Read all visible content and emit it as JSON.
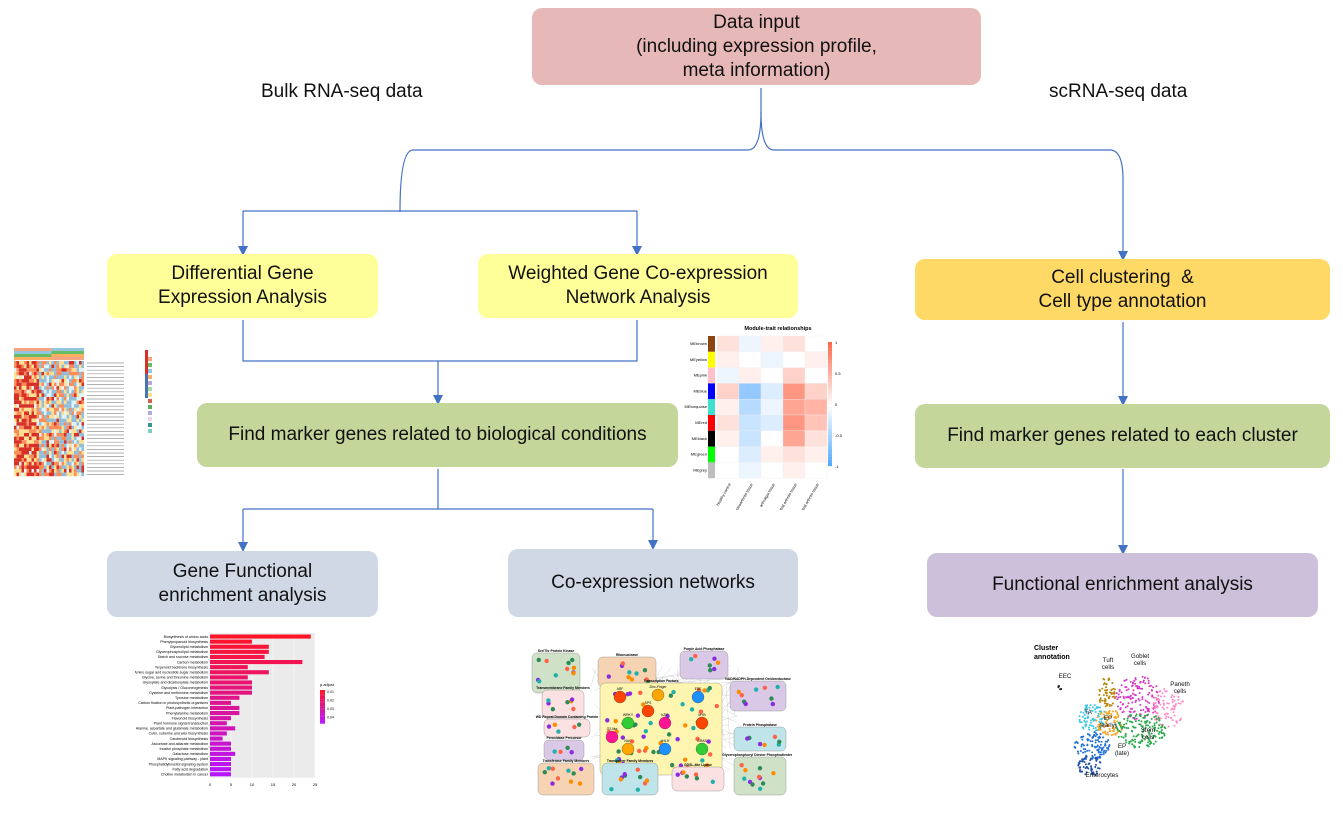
{
  "nodes": {
    "data_input": {
      "lines": [
        "Data input",
        "(including expression profile,",
        "meta information)"
      ],
      "color": "#e6b8b7"
    },
    "dge": {
      "lines": [
        "Differential Gene",
        "Expression Analysis"
      ],
      "color": "#ffff99"
    },
    "wgcna": {
      "lines": [
        "Weighted Gene Co-expression",
        "Network Analysis"
      ],
      "color": "#ffff99"
    },
    "cell_clustering": {
      "lines": [
        "Cell clustering  &",
        "Cell type annotation"
      ],
      "color": "#ffd966"
    },
    "marker_bio": {
      "lines": [
        "Find marker genes related to biological conditions"
      ],
      "color": "#c5d69b"
    },
    "marker_cluster": {
      "lines": [
        "Find marker genes related to each cluster"
      ],
      "color": "#c5d69b"
    },
    "gene_func": {
      "lines": [
        "Gene Functional",
        "enrichment analysis"
      ],
      "color": "#d0d8e6"
    },
    "coexp": {
      "lines": [
        "Co-expression networks"
      ],
      "color": "#d0d8e6"
    },
    "func_enrich": {
      "lines": [
        "Functional enrichment analysis"
      ],
      "color": "#ccc0da"
    }
  },
  "labels": {
    "bulk": "Bulk RNA-seq data",
    "sc": "scRNA-seq data"
  },
  "colors": {
    "arrow": "#4472c4"
  },
  "thumbnails": {
    "module_trait": {
      "title": "Module-trait relationships",
      "modules": [
        "MEbrown",
        "MEyellow",
        "MEpink",
        "MEblue",
        "MEturquoise",
        "MEred",
        "MEblack",
        "MEgreen",
        "MEgrey"
      ],
      "traits": [
        "Healthy control",
        "osteoarthritis tissue",
        "arthralgia tissue",
        "Treated arthritis tissue",
        "Untreated arthritis tissue"
      ],
      "scale": [
        "1",
        "0.5",
        "0",
        "-0.5",
        "-1"
      ]
    },
    "enrichment_bars": {
      "terms": [
        "Biosynthesis of amino acids",
        "Phenylpropanoid biosynthesis",
        "Glycerolipid metabolism",
        "Glycerophospholipid metabolism",
        "Starch and sucrose metabolism",
        "Carbon metabolism",
        "Terpenoid backbone biosynthesis",
        "Amino sugar and nucleotide sugar metabolism",
        "Glycine, serine and threonine metabolism",
        "Glyoxylate and dicarboxylate metabolism",
        "Glycolysis / Gluconeogenesis",
        "Cysteine and methionine metabolism",
        "Tyrosine metabolism",
        "Carbon fixation in photosynthetic organisms",
        "Plant-pathogen interaction",
        "Phenylalanine metabolism",
        "Flavonoid biosynthesis",
        "Plant hormone signal transduction",
        "Alanine, aspartate and glutamate metabolism",
        "Cutin, suberine and wax biosynthesis",
        "Carotenoid biosynthesis",
        "Ascorbate and aldarate metabolism",
        "Inositol phosphate metabolism",
        "Galactose metabolism",
        "MAPK signaling pathway - plant",
        "Phosphatidylinositol signaling system",
        "Fatty acid degradation",
        "Choline metabolism in cancer"
      ],
      "values": [
        24,
        10,
        14,
        14,
        13,
        22,
        9,
        14,
        9,
        10,
        10,
        10,
        7,
        5,
        7,
        7,
        5,
        4,
        6,
        4,
        3,
        5,
        5,
        6,
        5,
        5,
        5,
        5
      ],
      "ticks": [
        "0",
        "5",
        "10",
        "15",
        "20",
        "25"
      ],
      "legend_title": "p.adjust",
      "legend_values": [
        "0.01",
        "0.02",
        "0.03",
        "0.04"
      ]
    },
    "network": {
      "groups": [
        "Ser/Thr Protein Kinase",
        "Ribonuclease",
        "Purple Acid Phosphatase",
        "Transmembrane Family Members",
        "Transcription Factors",
        "WD Repeat Domain Containing Protein",
        "NAD/NADPH-Dependent Oxidoreductase",
        "Peroxidase Precursor",
        "Protein Phosphatase",
        "Transferase Family Members",
        "Transporter Family Members",
        "GDSL-like Lipase",
        "Glycerophosphoryl Diester Phosphodiesterase"
      ],
      "tf_families": [
        "ARF",
        "Zinc-Finger",
        "ERF",
        "WRKY",
        "bZIP",
        "MYB",
        "NAC",
        "bHLH",
        "GRAS",
        "G2-like",
        "SPS"
      ]
    },
    "umap": {
      "title": [
        "Cluster",
        "annotation"
      ],
      "clusters": [
        "EEC",
        "Tuft cells",
        "Goblet cells",
        "Paneth cells",
        "TA",
        "EP (early)",
        "Stem cells",
        "EP (late)",
        "Enterocytes"
      ]
    }
  }
}
